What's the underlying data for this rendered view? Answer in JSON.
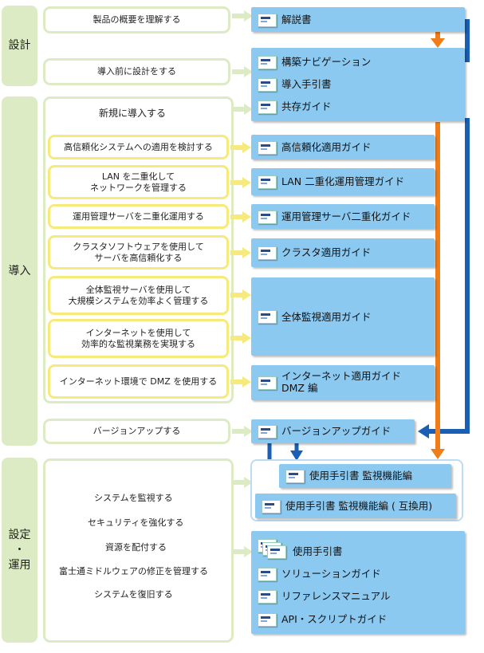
{
  "phases": {
    "design": "設計",
    "intro": "導入",
    "ops": "設定\n・\n運用"
  },
  "tasks": {
    "understand": "製品の概要を理解する",
    "predesign": "導入前に設計をする",
    "newintro": "新規に導入する",
    "ha": "高信頼化システムへの適用を検討する",
    "lan": "LAN を二重化して\nネットワークを管理する",
    "mgr": "運用管理サーバを二重化運用する",
    "cluster": "クラスタソフトウェアを使用して\nサーバを高信頼化する",
    "central": "全体監視サーバを使用して\n大規模システムを効率よく管理する",
    "internet": "インターネットを使用して\n効率的な監視業務を実現する",
    "dmz": "インターネット環境で DMZ を使用する",
    "upgrade": "バージョンアップする",
    "ops": [
      "システムを監視する",
      "セキュリティを強化する",
      "資源を配付する",
      "富士通ミドルウェアの修正を管理する",
      "システムを復旧する"
    ]
  },
  "docs": {
    "overview": "解説書",
    "nav": "構築ナビゲーション",
    "guide": "導入手引書",
    "coexist": "共存ガイド",
    "ha": "高信頼化適用ガイド",
    "lan": "LAN 二重化運用管理ガイド",
    "mgr": "運用管理サーバ二重化ガイド",
    "cluster": "クラスタ適用ガイド",
    "central": "全体監視適用ガイド",
    "internet": "インターネット適用ガイド\nDMZ 編",
    "upgrade": "バージョンアップガイド",
    "monitor": "使用手引書 監視機能編",
    "monitor_compat": "使用手引書 監視機能編 ( 互換用)",
    "usage": "使用手引書",
    "solution": "ソリューションガイド",
    "reference": "リファレンスマニュアル",
    "api": "API・スクリプトガイド"
  },
  "colors": {
    "phase_bg": "#dcebc4",
    "task_border": "#dcebc4",
    "ytask_border": "#f7ea7c",
    "doc_bg": "#8cc9f0",
    "flow_orange": "#ee7d1a",
    "flow_blue": "#1a5fb4",
    "frame_blue": "#bcdcf2"
  }
}
